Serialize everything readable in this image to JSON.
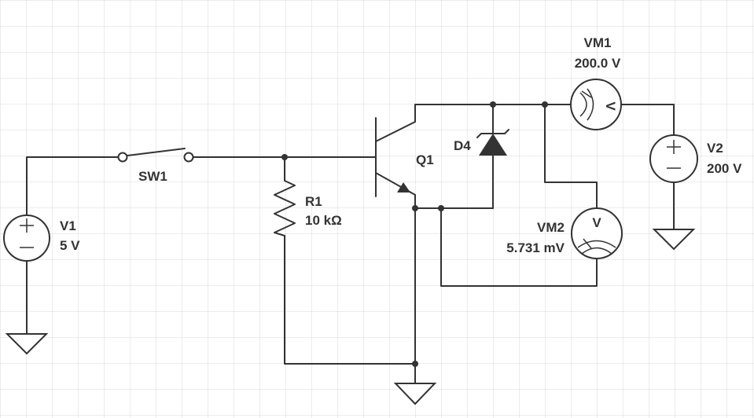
{
  "components": {
    "v1": {
      "name": "V1",
      "value": "5 V"
    },
    "sw1": {
      "name": "SW1"
    },
    "r1": {
      "name": "R1",
      "value": "10 kΩ"
    },
    "q1": {
      "name": "Q1"
    },
    "d4": {
      "name": "D4"
    },
    "vm1": {
      "name": "VM1",
      "reading": "200.0 V",
      "symbol": "V"
    },
    "vm2": {
      "name": "VM2",
      "reading": "5.731 mV",
      "symbol": "V"
    },
    "v2": {
      "name": "V2",
      "value": "200 V"
    }
  },
  "colors": {
    "wire": "#333333",
    "grid": "#d9d9d9",
    "background": "#ffffff"
  }
}
